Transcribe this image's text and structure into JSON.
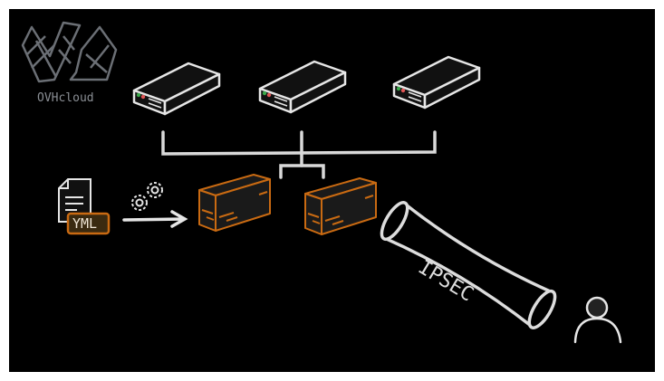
{
  "logo": {
    "text": "OVHcloud"
  },
  "config_file": {
    "label": "YML"
  },
  "tunnel": {
    "label": "IPSEC"
  },
  "colors": {
    "background": "#000000",
    "stroke": "#dddddd",
    "firewall": "#c96a12",
    "logo": "#6b6f75",
    "led_red": "#e05555",
    "led_green": "#3aa84a"
  }
}
